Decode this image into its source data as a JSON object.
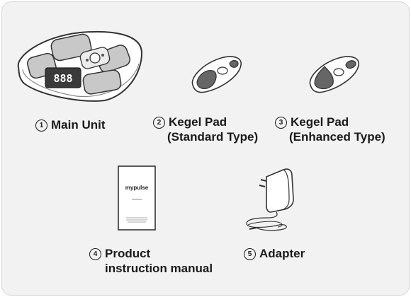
{
  "items": [
    {
      "number": "1",
      "line1": "Main Unit",
      "line2": ""
    },
    {
      "number": "2",
      "line1": "Kegel Pad",
      "line2": "(Standard Type)"
    },
    {
      "number": "3",
      "line1": "Kegel Pad",
      "line2": "(Enhanced Type)"
    },
    {
      "number": "4",
      "line1": "Product",
      "line2": "instruction manual"
    },
    {
      "number": "5",
      "line1": "Adapter",
      "line2": ""
    }
  ],
  "display_digits": "888",
  "manual_brand": "mypulse",
  "colors": {
    "background": "#f2f2f2",
    "pad_dark": "#666666",
    "outline": "#333333"
  }
}
